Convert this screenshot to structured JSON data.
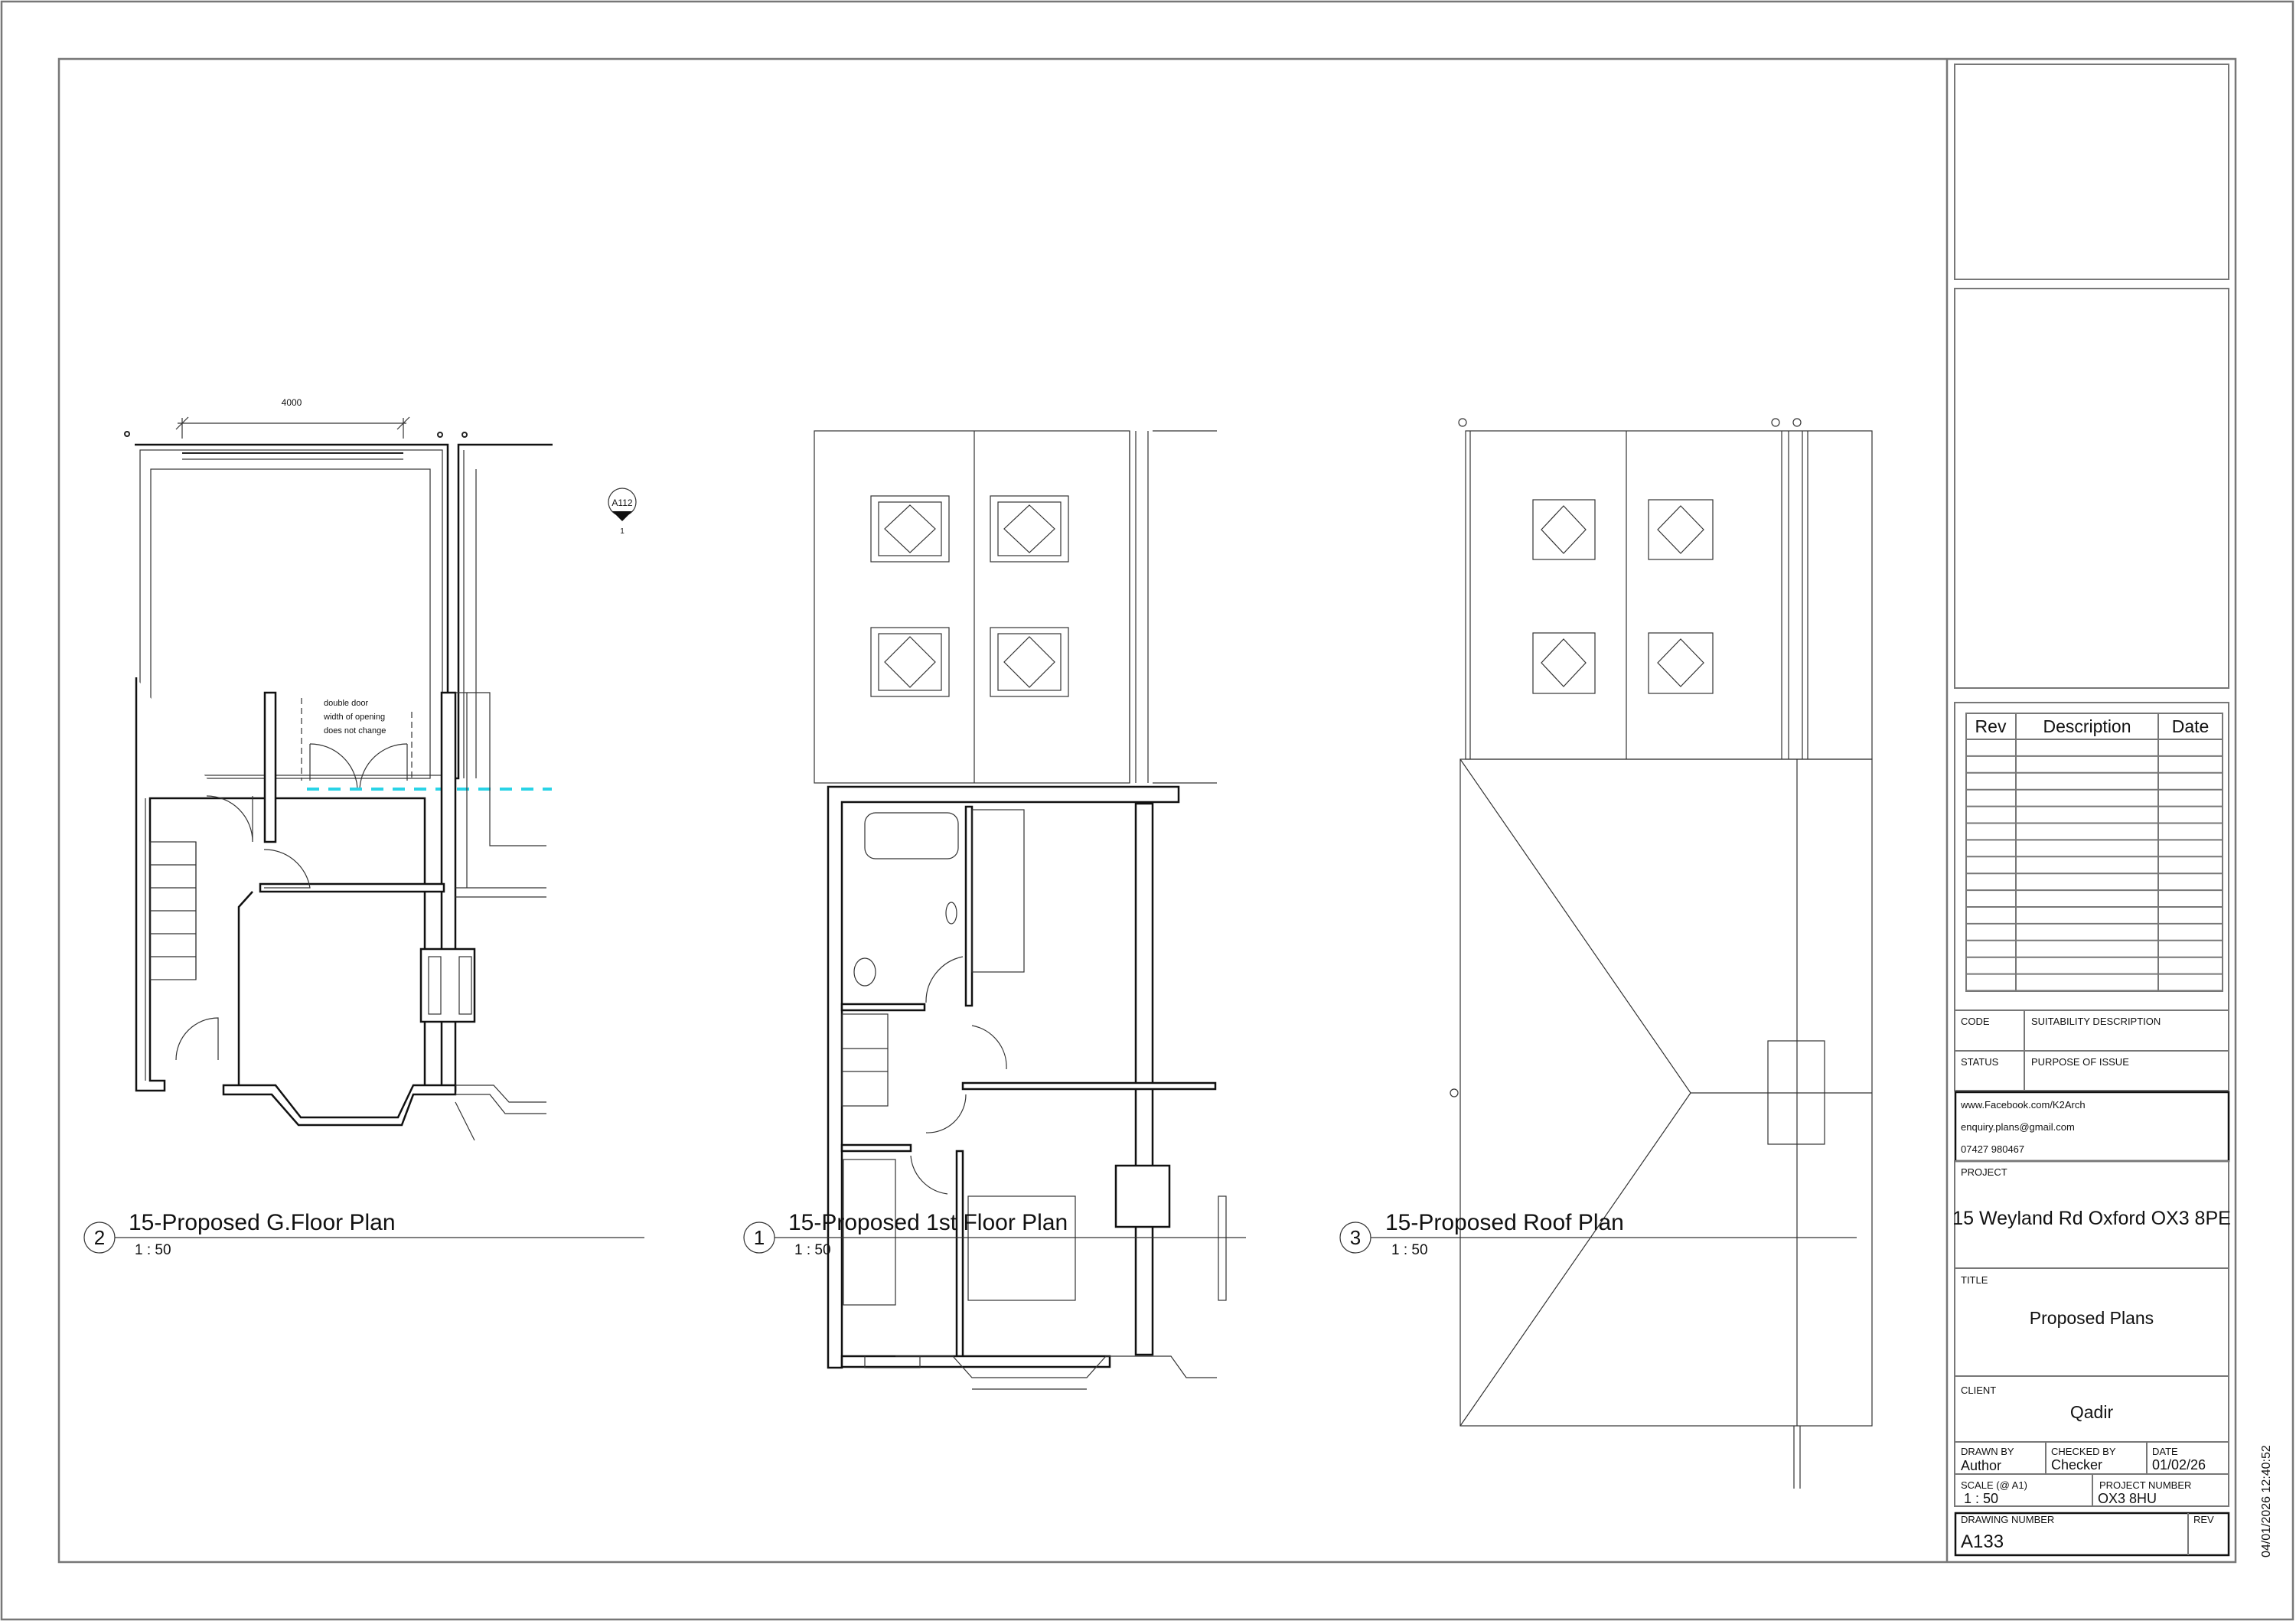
{
  "views": [
    {
      "number": "2",
      "title": "15-Proposed G.Floor Plan",
      "scale": "1 : 50"
    },
    {
      "number": "1",
      "title": "15-Proposed 1st Floor Plan",
      "scale": "1 : 50"
    },
    {
      "number": "3",
      "title": "15-Proposed Roof Plan",
      "scale": "1 : 50"
    }
  ],
  "ground_floor": {
    "dimension": "4000",
    "note": [
      "double door",
      "width of opening",
      "does not change"
    ],
    "section_marker": {
      "sheet": "A112",
      "number": "1"
    },
    "highlight_color": "#29d3e6"
  },
  "revision_table": {
    "headers": [
      "Rev",
      "Description",
      "Date"
    ],
    "rows": []
  },
  "title_block": {
    "code_label": "CODE",
    "suitability_label": "SUITABILITY DESCRIPTION",
    "status_label": "STATUS",
    "purpose_label": "PURPOSE OF ISSUE",
    "contact": {
      "facebook": "www.Facebook.com/K2Arch",
      "email": "enquiry.plans@gmail.com",
      "phone": "07427 980467"
    },
    "project_label": "PROJECT",
    "project": "15 Weyland Rd Oxford OX3 8PE",
    "title_label": "TITLE",
    "title": "Proposed Plans",
    "client_label": "CLIENT",
    "client": "Qadir",
    "drawn_by_label": "DRAWN BY",
    "drawn_by": "Author",
    "checked_by_label": "CHECKED BY",
    "checked_by": "Checker",
    "date_label": "DATE",
    "date": "01/02/26",
    "scale_label": "SCALE (@ A1)",
    "scale": "1 : 50",
    "project_number_label": "PROJECT NUMBER",
    "project_number": "OX3 8HU",
    "drawing_number_label": "DRAWING NUMBER",
    "drawing_number": "A133",
    "rev_label": "REV"
  },
  "timestamp": "04/01/2026 12:40:52"
}
